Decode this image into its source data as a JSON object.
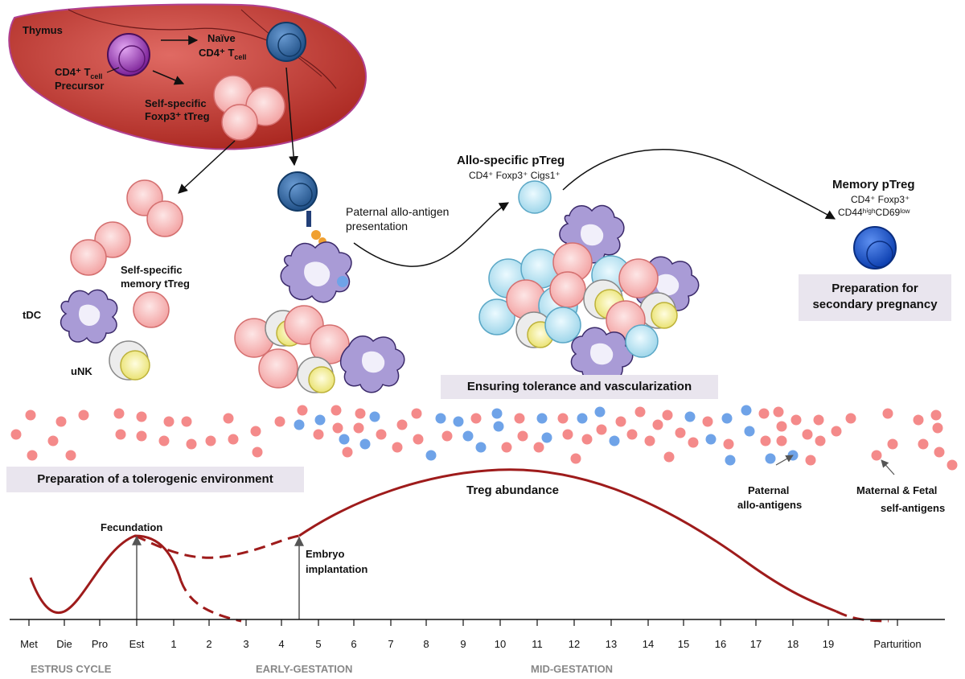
{
  "thymus": {
    "title": "Thymus",
    "precursor_label": [
      "CD4⁺ T",
      "cell",
      "Precursor"
    ],
    "naive_label": [
      "Naïve",
      "CD4⁺ T",
      "cell"
    ],
    "ttreg_label": [
      "Self-specific",
      "Foxp3⁺ tTreg"
    ]
  },
  "memory_ttreg_label": [
    "Self-specific",
    "memory tTreg"
  ],
  "tdc_label": "tDC",
  "unk_label": "uNK",
  "presentation_label": [
    "Paternal allo-antigen",
    "presentation"
  ],
  "allo_ptreg": {
    "title": "Allo-specific pTreg",
    "markers": "CD4⁺ Foxp3⁺ Cigs1⁺"
  },
  "memory_ptreg": {
    "title": "Memory pTreg",
    "markers1": "CD4⁺ Foxp3⁺",
    "markers2": "CD44ʰⁱᵍʰCD69ˡᵒʷ"
  },
  "boxes": {
    "secondary": [
      "Preparation for",
      "secondary pregnancy"
    ],
    "tolerance": "Ensuring tolerance and vascularization",
    "tolerogenic": "Preparation of a tolerogenic environment"
  },
  "antigens": {
    "paternal": [
      "Paternal",
      "allo-antigens"
    ],
    "maternal": [
      "Maternal & Fetal",
      "self-antigens"
    ]
  },
  "curve": {
    "treg_label": "Treg abundance",
    "fecundation": "Fecundation",
    "implantation": [
      "Embryo",
      "implantation"
    ]
  },
  "timeline": {
    "ticks": [
      "Met",
      "Die",
      "Pro",
      "Est",
      "1",
      "2",
      "3",
      "4",
      "5",
      "6",
      "7",
      "8",
      "9",
      "10",
      "11",
      "12",
      "13",
      "14",
      "15",
      "16",
      "17",
      "18",
      "19",
      "Parturition"
    ],
    "phases": [
      "ESTRUS CYCLE",
      "EARLY-GESTATION",
      "MID-GESTATION"
    ]
  },
  "colors": {
    "thymus": "#c0312e",
    "treg": "#f5b8b8",
    "ptreg": "#bfe6f2",
    "naive": "#3a6fa8",
    "dc": "#a99bd6",
    "unk": "#f3ef9a",
    "curve": "#9e1b1b",
    "dot_red": "#f48a8a",
    "dot_blue": "#6fa3e8",
    "box": "#e9e5ee"
  }
}
